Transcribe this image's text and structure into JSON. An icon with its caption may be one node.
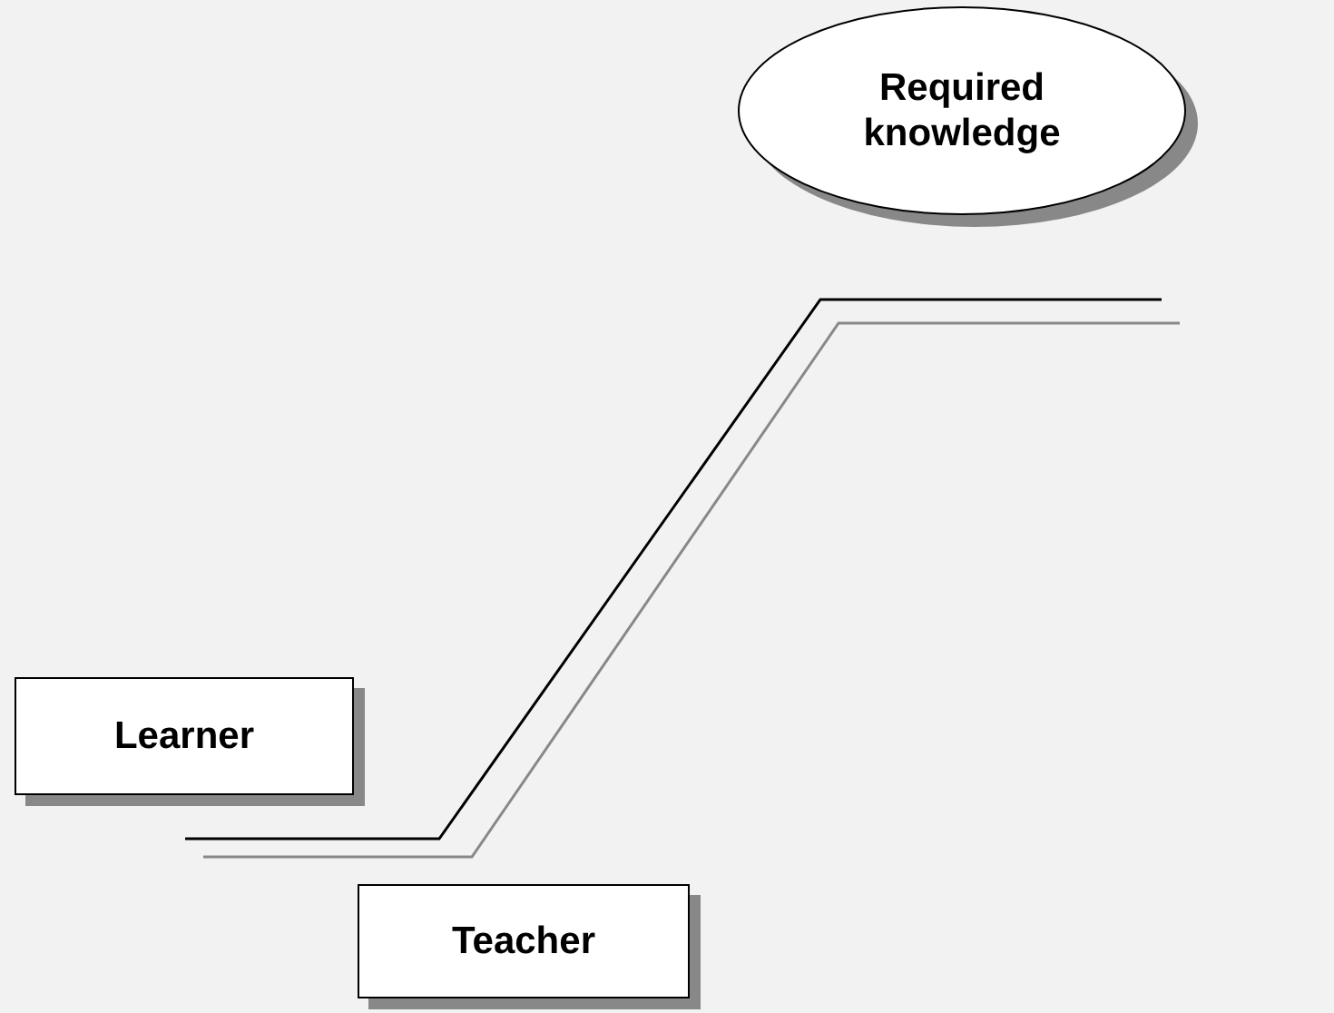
{
  "diagram": {
    "nodes": [
      {
        "text": [
          "Required knowledge"
        ]
      },
      {
        "text": [
          "Learner"
        ]
      },
      {
        "text": [
          "Teacher"
        ]
      }
    ]
  }
}
